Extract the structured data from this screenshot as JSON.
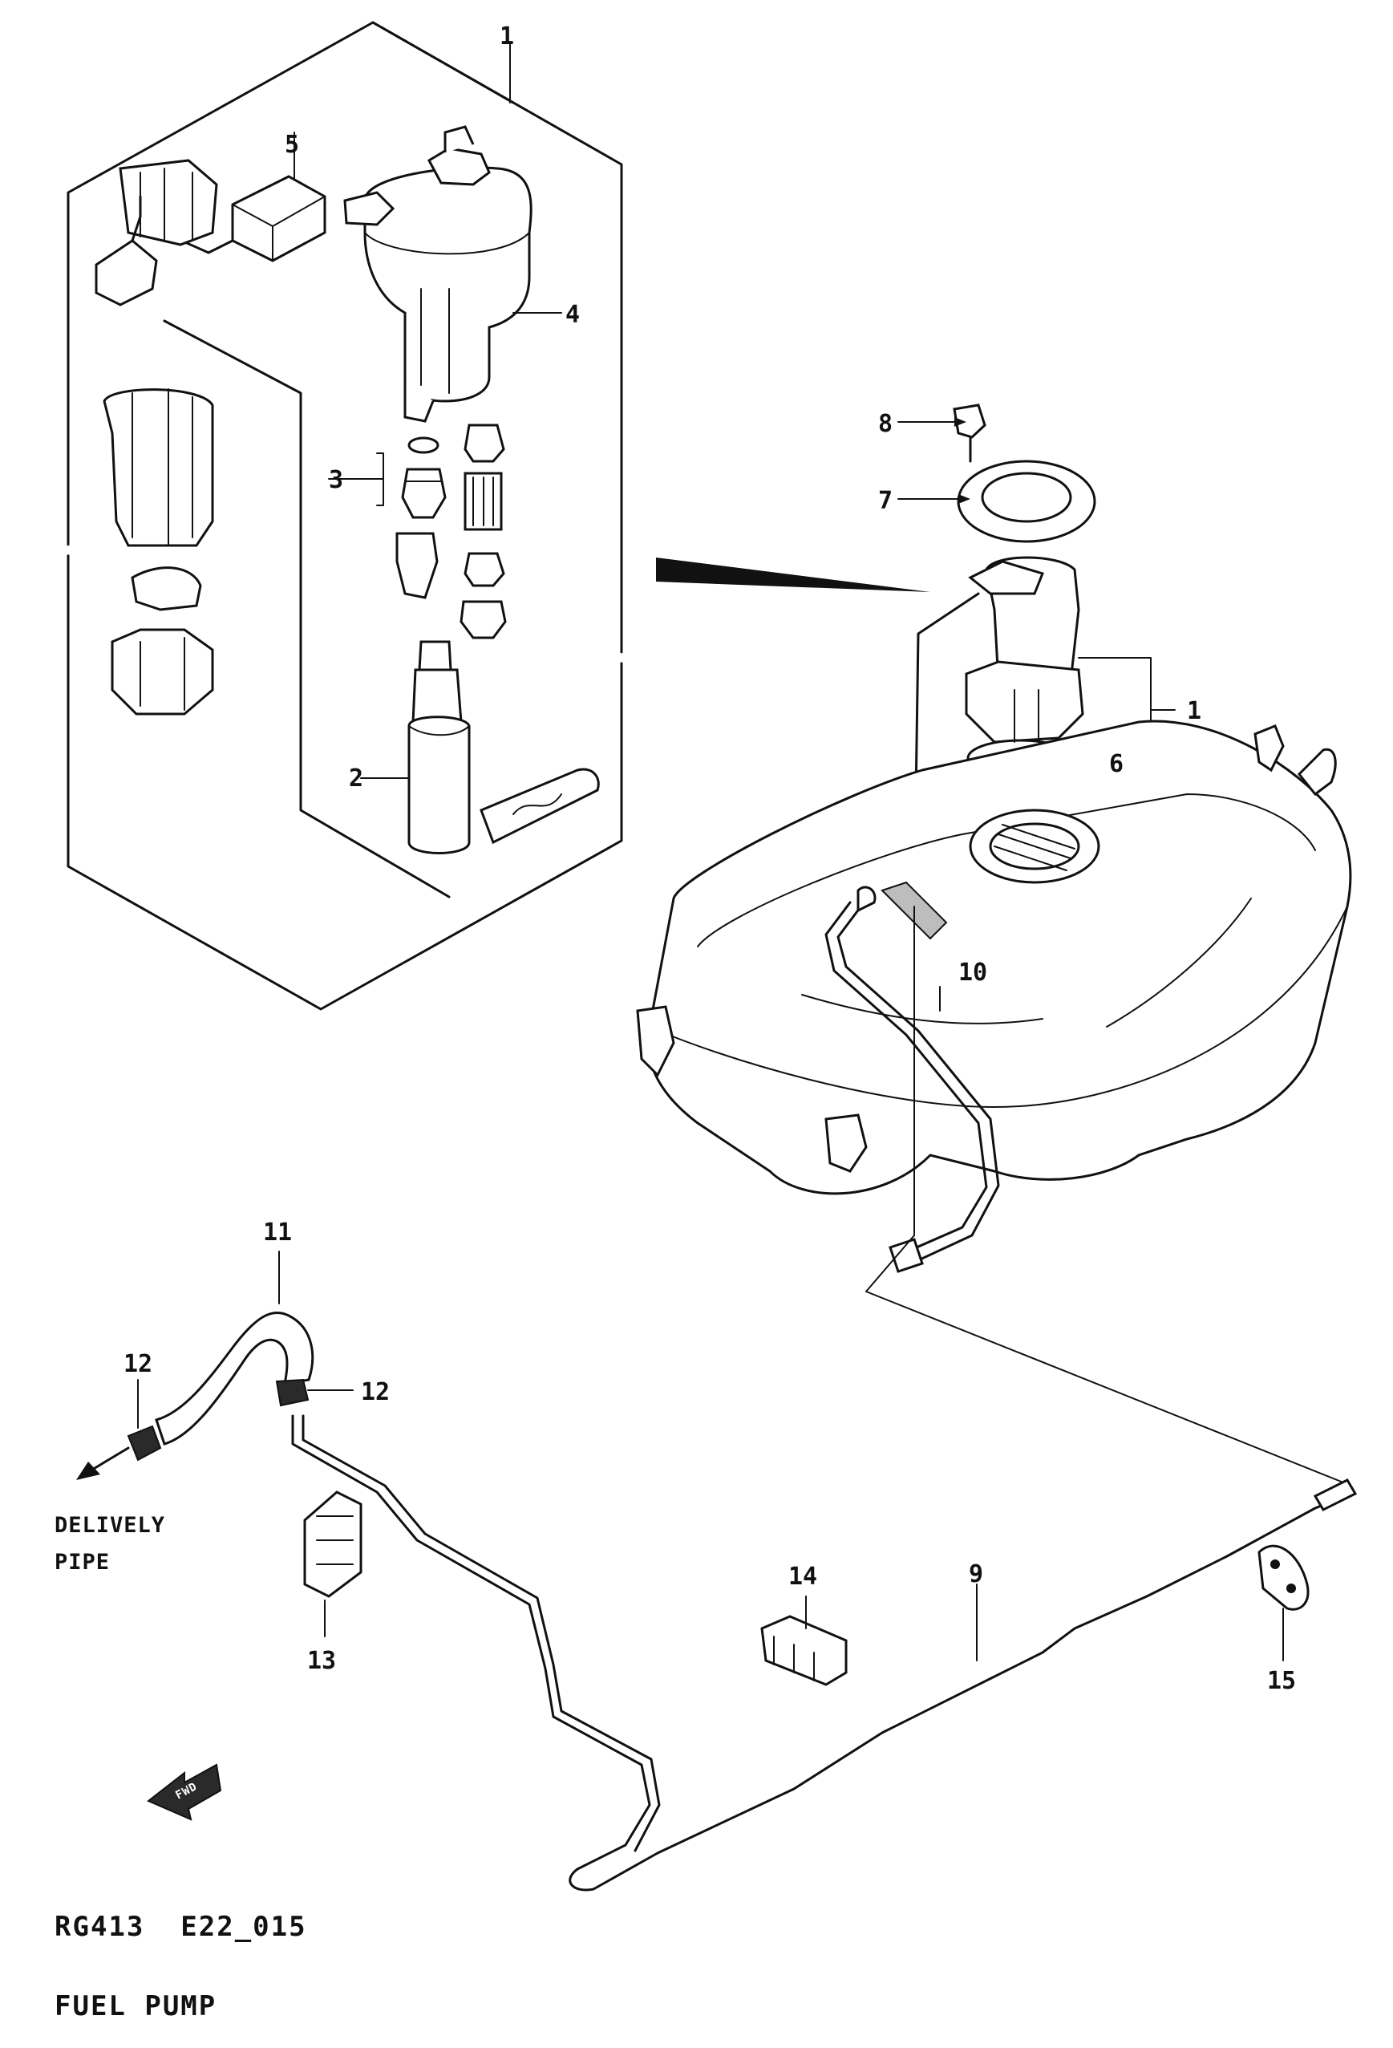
{
  "diagram": {
    "part_labels": [
      {
        "id": "p1_top",
        "text": "1"
      },
      {
        "id": "p5",
        "text": "5"
      },
      {
        "id": "p4",
        "text": "4"
      },
      {
        "id": "p3",
        "text": "3"
      },
      {
        "id": "p2",
        "text": "2"
      },
      {
        "id": "p8",
        "text": "8"
      },
      {
        "id": "p7",
        "text": "7"
      },
      {
        "id": "p1_tank",
        "text": "1"
      },
      {
        "id": "p6",
        "text": "6"
      },
      {
        "id": "p10",
        "text": "10"
      },
      {
        "id": "p11",
        "text": "11"
      },
      {
        "id": "p12_left",
        "text": "12"
      },
      {
        "id": "p12_right",
        "text": "12"
      },
      {
        "id": "p13",
        "text": "13"
      },
      {
        "id": "p14",
        "text": "14"
      },
      {
        "id": "p9",
        "text": "9"
      },
      {
        "id": "p15",
        "text": "15"
      }
    ],
    "note_line1": "DELIVELY",
    "note_line2": "PIPE",
    "front_arrow_text": "FWD",
    "footer_code": "RG413  E22_015",
    "footer_title": "FUEL PUMP"
  }
}
